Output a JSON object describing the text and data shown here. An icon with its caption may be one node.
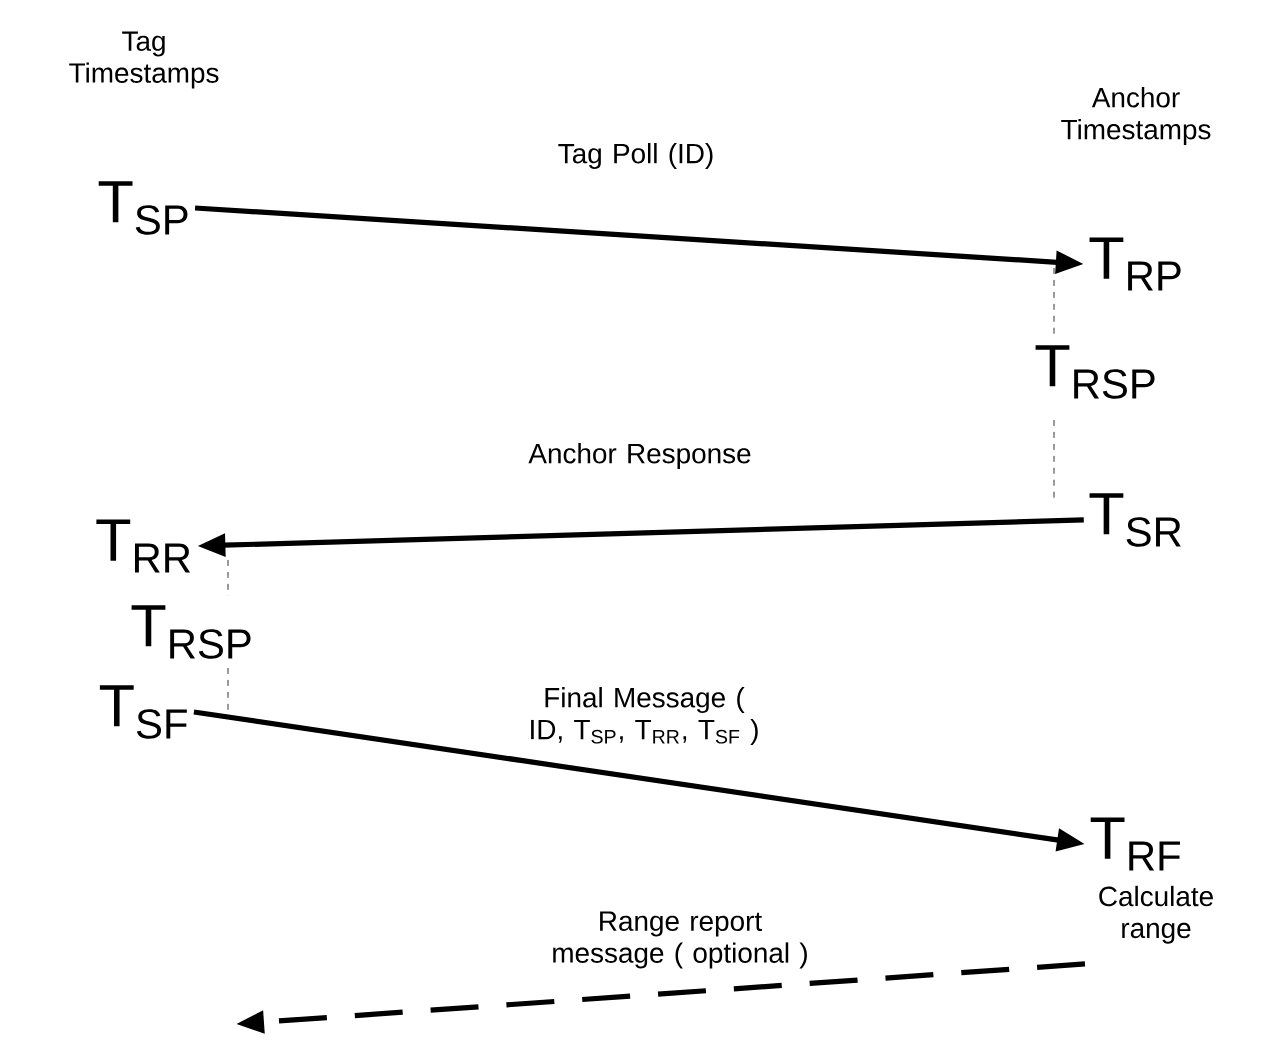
{
  "diagram": {
    "nodes": [
      {
        "text": [
          "T$_{SP}$"
        ]
      },
      {
        "text": [
          "T$_{RP}$"
        ]
      },
      {
        "text": [
          "T$_{SR}$"
        ]
      },
      {
        "text": [
          "T$_{RR}$"
        ]
      },
      {
        "text": [
          "T$_{SF}$"
        ]
      },
      {
        "text": [
          "T$_{RF}$"
        ],
        "beside": [
          "Calculate range"
        ]
      }
    ],
    "edges": [
      {
        "from": 0,
        "to": 1,
        "arrow": "to",
        "label": "Tag Poll (ID)"
      },
      {
        "from": 2,
        "to": 3,
        "arrow": "to",
        "label": "Anchor Response"
      },
      {
        "from": 4,
        "to": 5,
        "arrow": "to",
        "label": "Final Message ( ID, T$_{SP}$, T$_{RR}$, T$_{SF}$ )"
      },
      {
        "from": 5,
        "to": null,
        "arrow": "to",
        "style": "dashed",
        "label": "Range report message ( optional )"
      }
    ],
    "labels": [
      "Tag Timestamps",
      "Anchor Timestamps",
      "T$_{RSP}$",
      "T$_{RSP}$"
    ]
  }
}
